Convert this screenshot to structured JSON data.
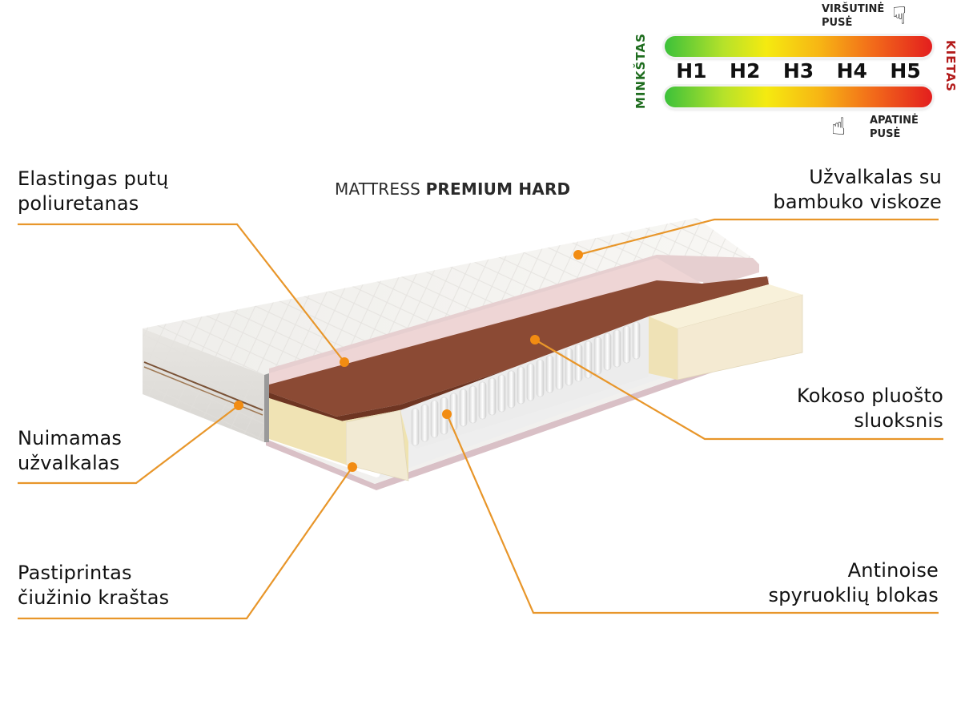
{
  "title": {
    "prefix": "MATTRESS",
    "name": "PREMIUM HARD"
  },
  "firmness_scale": {
    "soft_label": "MINKŠTAS",
    "hard_label": "KIETAS",
    "levels": [
      "H1",
      "H2",
      "H3",
      "H4",
      "H5"
    ],
    "top_side": {
      "line1": "VIRŠUTINĖ",
      "line2": "PUSĖ",
      "icon": "hand-pointing-down-icon"
    },
    "bottom_side": {
      "line1": "APATINĖ",
      "line2": "PUSĖ",
      "icon": "hand-pointing-up-icon"
    },
    "gradient_colors": [
      "#3cc13a",
      "#f5ea10",
      "#f7b514",
      "#e31e1e"
    ],
    "soft_color": "#1f6d1f",
    "hard_color": "#b31b1b"
  },
  "callouts": {
    "left": [
      {
        "line1": "Elastingas putų",
        "line2": "poliuretanas"
      },
      {
        "line1": "Nuimamas",
        "line2": "užvalkalas"
      },
      {
        "line1": "Pastiprintas",
        "line2": "čiužinio kraštas"
      }
    ],
    "right": [
      {
        "line1": "Užvalkalas su",
        "line2": "bambuko viskoze"
      },
      {
        "line1": "Kokoso pluošto",
        "line2": "sluoksnis"
      },
      {
        "line1": "Antinoise",
        "line2": "spyruoklių blokas"
      }
    ]
  },
  "colors": {
    "leader_line": "#e8962a",
    "cover": "#f2f1ee",
    "foam_pink": "#eed3d3",
    "coconut": "#8b4a34",
    "edge_foam": "#f3e8c2",
    "springs": "#f4f4f4"
  }
}
